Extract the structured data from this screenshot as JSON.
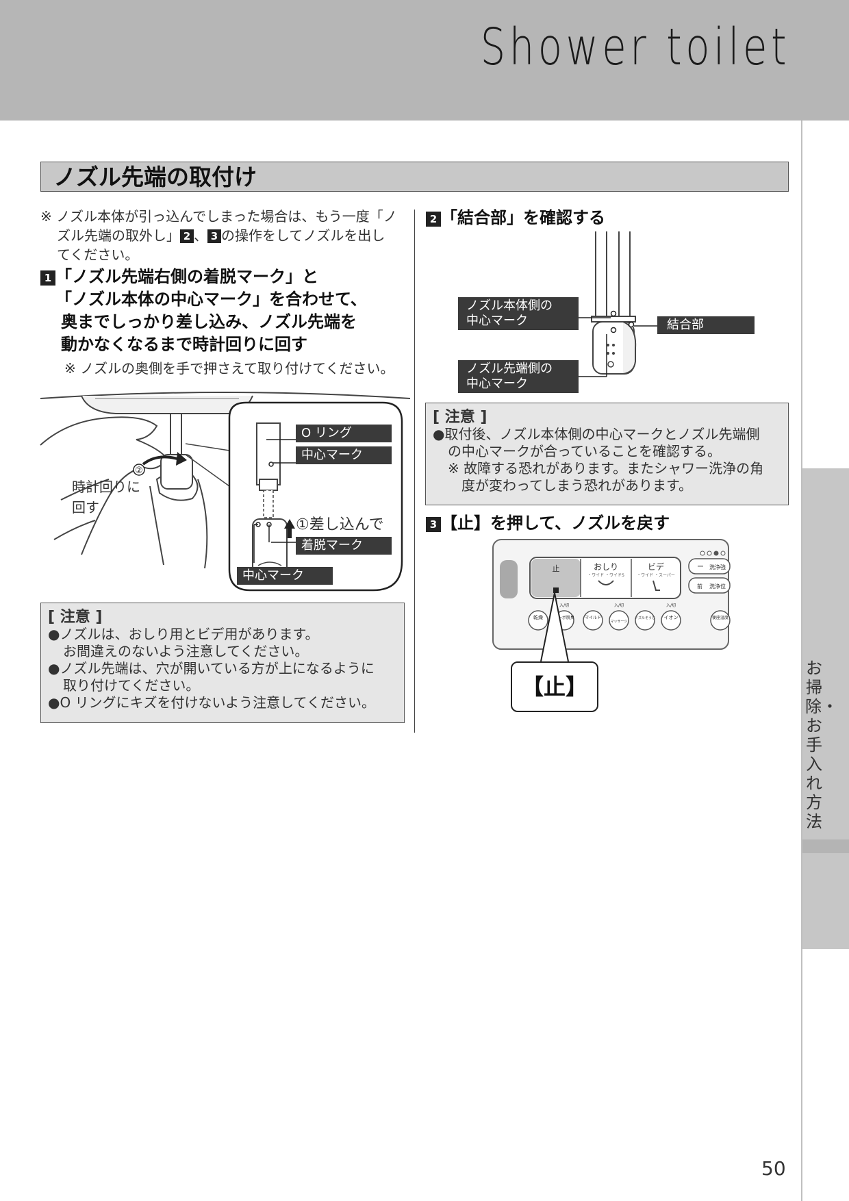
{
  "header": {
    "brand": "Shower toilet"
  },
  "side_tab": {
    "label": "お掃除・お手入れ方法"
  },
  "section": {
    "title": "ノズル先端の取付け"
  },
  "intro_note": {
    "prefix": "※ ノズル本体が引っ込んでしまった場合は、もう一度「ノ",
    "line2_a": "ズル先端の取外し」",
    "num_a": "2",
    "sep": "、",
    "num_b": "3",
    "line2_b": "の操作をしてノズルを出し",
    "line3": "てください。"
  },
  "step1": {
    "num": "1",
    "lines": [
      "「ノズル先端右側の着脱マーク」と",
      "「ノズル本体の中心マーク」を合わせて、",
      "奥までしっかり差し込み、ノズル先端を",
      "動かなくなるまで時計回りに回す"
    ],
    "note": "※ ノズルの奥側を手で押さえて取り付けてください。"
  },
  "fig1": {
    "clockwise_line1": "時計回りに",
    "clockwise_line2": "回す",
    "step_marker_2": "②",
    "label_oring": "O リング",
    "label_center_top": "中心マーク",
    "insert_text": "①差し込んで",
    "label_detach": "着脱マーク",
    "label_center_bottom": "中心マーク"
  },
  "caution1": {
    "title": "[ 注意 ]",
    "items": [
      "●ノズルは、おしり用とビデ用があります。",
      "お間違えのないよう注意してください。",
      "●ノズル先端は、穴が開いている方が上になるように",
      "取り付けてください。",
      "●O リングにキズを付けないよう注意してください。"
    ]
  },
  "step2": {
    "num": "2",
    "title": "「結合部」を確認する",
    "label_body_center_1": "ノズル本体側の",
    "label_body_center_2": "中心マーク",
    "label_tip_center_1": "ノズル先端側の",
    "label_tip_center_2": "中心マーク",
    "label_joint": "結合部"
  },
  "caution2": {
    "title": "[ 注意 ]",
    "items": [
      "●取付後、ノズル本体側の中心マークとノズル先端側",
      "の中心マークが合っていることを確認する。",
      "※ 故障する恐れがあります。またシャワー洗浄の角",
      "度が変わってしまう恐れがあります。"
    ]
  },
  "step3": {
    "num": "3",
    "title": "【止】を押して、ノズルを戻す",
    "panel": {
      "stop": "止",
      "oshiri": "おしり",
      "oshiri_sub": "・ワイド ・ワイドS",
      "bidet": "ビデ",
      "bidet_sub": "・ワイド ・スーパー",
      "wash_strength": "洗浄強",
      "wash_pos": "洗浄位",
      "minus": "ー",
      "front": "前",
      "dry": "乾燥",
      "turbo": "ターボ脱臭",
      "mild": "マイルド",
      "massage": "マッサージ",
      "nozzle_clean": "ノズルそうじ",
      "ion": "イオン",
      "seat_temp": "便座温度",
      "on_off": "入/切"
    },
    "callout": "【止】"
  },
  "page_number": "50"
}
